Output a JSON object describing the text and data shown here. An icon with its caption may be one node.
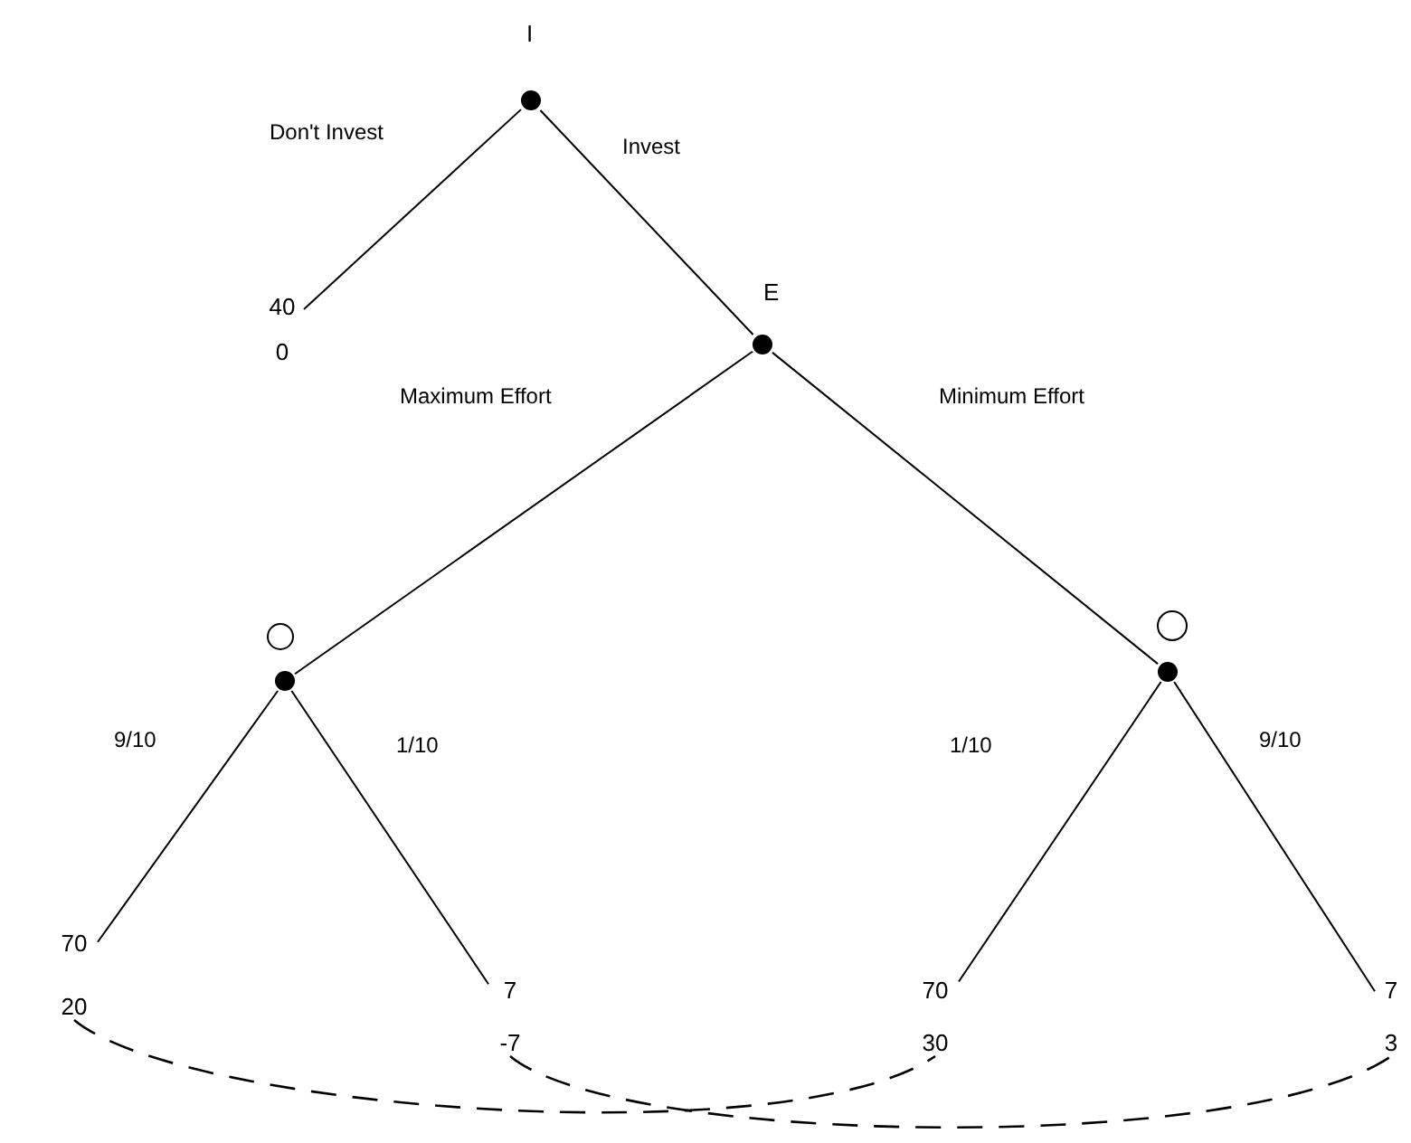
{
  "diagram": {
    "nodes": [
      {
        "text": [],
        "shape": "circle",
        "beside": [
          "I"
        ]
      },
      {
        "text": [],
        "shape": "circle",
        "beside": [
          "E"
        ]
      },
      {
        "text": [],
        "shape": "circle"
      },
      {
        "text": [],
        "shape": "circle"
      },
      {
        "text": [
          "40",
          "0"
        ]
      },
      {
        "text": [
          "70",
          "20"
        ]
      },
      {
        "text": [
          "7",
          "-7"
        ]
      },
      {
        "text": [
          "70",
          "30"
        ]
      },
      {
        "text": [
          "7",
          "3"
        ]
      }
    ],
    "edges": [
      {
        "from": 0,
        "to": 4,
        "arrow": "none",
        "label": "Don't Invest"
      },
      {
        "from": 0,
        "to": 1,
        "arrow": "none",
        "label": "Invest"
      },
      {
        "from": 1,
        "to": 2,
        "arrow": "none",
        "label": "Maximum Effort"
      },
      {
        "from": 1,
        "to": 3,
        "arrow": "none",
        "label": "Minimum Effort"
      },
      {
        "from": 2,
        "to": 5,
        "arrow": "none",
        "label": "9/10"
      },
      {
        "from": 2,
        "to": 6,
        "arrow": "none",
        "label": "1/10"
      },
      {
        "from": 3,
        "to": 7,
        "arrow": "none",
        "label": "1/10"
      },
      {
        "from": 3,
        "to": 8,
        "arrow": "none",
        "label": "9/10"
      },
      {
        "from": 5,
        "to": 7,
        "arrow": "none",
        "style": "dashed"
      },
      {
        "from": 6,
        "to": 8,
        "arrow": "none",
        "style": "dashed"
      }
    ]
  }
}
